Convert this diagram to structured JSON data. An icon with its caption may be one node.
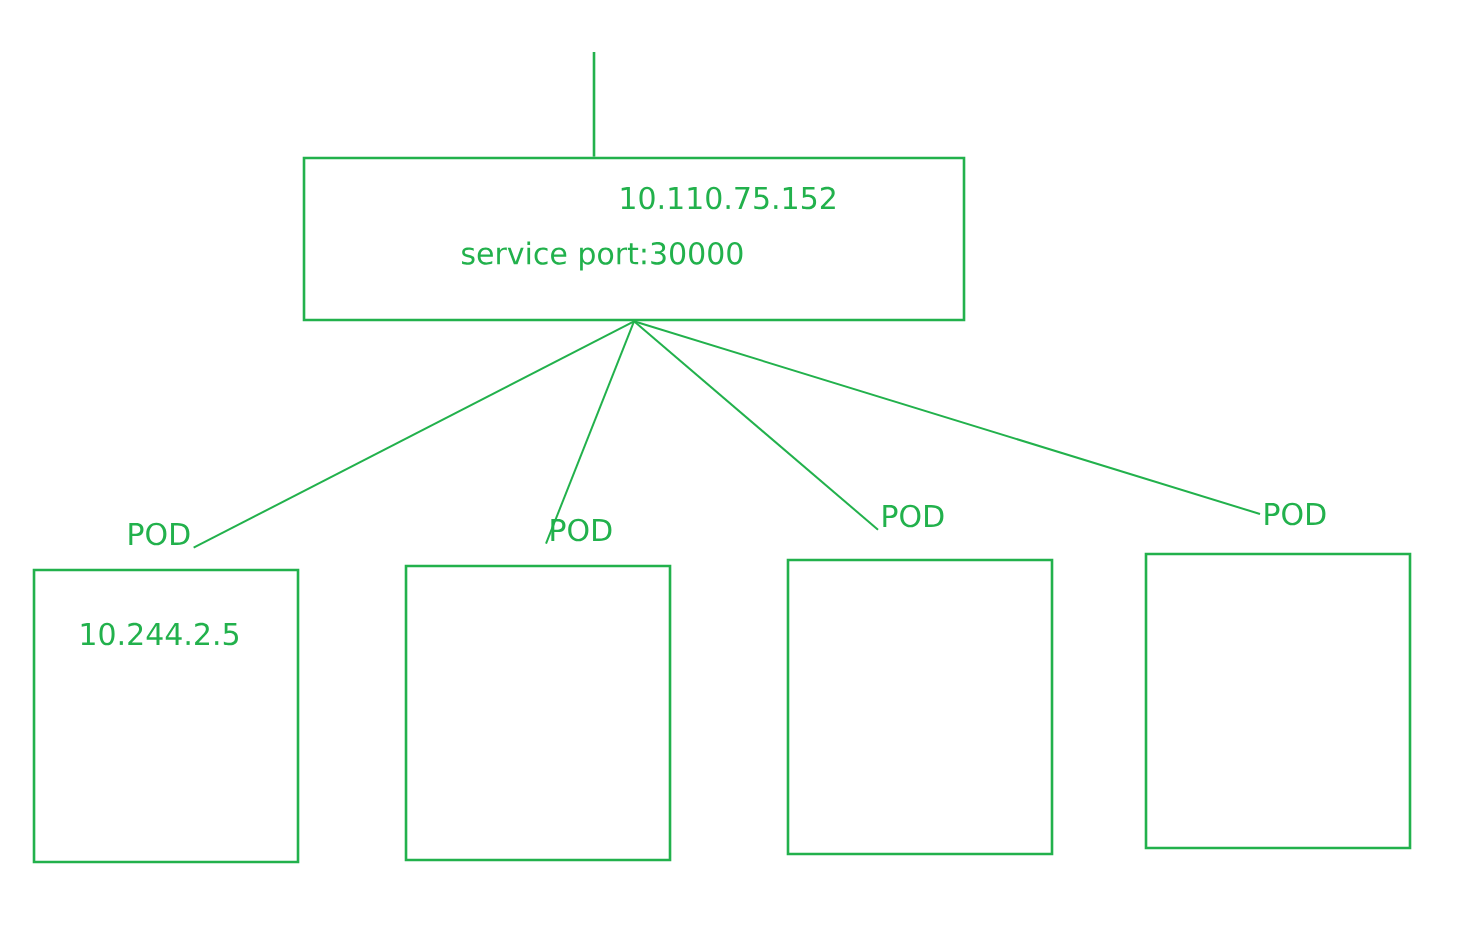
{
  "diagram": {
    "nodes": [
      {
        "text": [
          "10.110.75.152",
          "service port:30000"
        ]
      },
      {
        "text": [
          "POD",
          "10.244.2.5"
        ]
      },
      {
        "text": [
          "POD"
        ]
      },
      {
        "text": [
          "POD"
        ]
      },
      {
        "text": [
          "POD"
        ]
      }
    ],
    "edges": [
      {
        "from": null,
        "to": 0,
        "arrow": "none"
      },
      {
        "from": 0,
        "to": 1,
        "arrow": "none"
      },
      {
        "from": 0,
        "to": 2,
        "arrow": "none"
      },
      {
        "from": 0,
        "to": 3,
        "arrow": "none"
      },
      {
        "from": 0,
        "to": 4,
        "arrow": "none"
      }
    ]
  }
}
